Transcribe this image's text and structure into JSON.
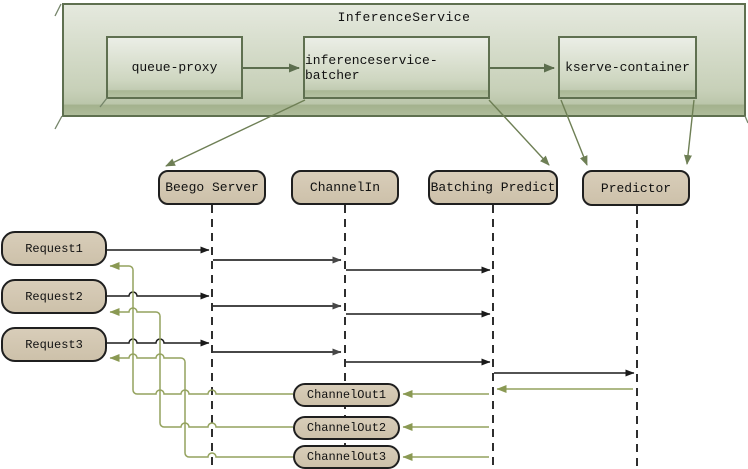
{
  "diagram": {
    "container": {
      "title": "InferenceService"
    },
    "components": [
      {
        "label": "queue-proxy"
      },
      {
        "label": "inferenceservice-batcher"
      },
      {
        "label": "kserve-container"
      }
    ],
    "lifelines": [
      {
        "label": "Beego Server"
      },
      {
        "label": "ChannelIn"
      },
      {
        "label": "Batching Predict"
      },
      {
        "label": "Predictor"
      }
    ],
    "requests": [
      {
        "label": "Request1"
      },
      {
        "label": "Request2"
      },
      {
        "label": "Request3"
      }
    ],
    "channel_outs": [
      {
        "label": "ChannelOut1"
      },
      {
        "label": "ChannelOut2"
      },
      {
        "label": "ChannelOut3"
      }
    ],
    "colors": {
      "container_border": "#5f7050",
      "top_arrow": "#5c6e4e",
      "request_flow": "#1a1a1a",
      "relay_flow": "#474747",
      "response_flow": "#94a25e",
      "node_fill": "#cfc3ad"
    }
  }
}
